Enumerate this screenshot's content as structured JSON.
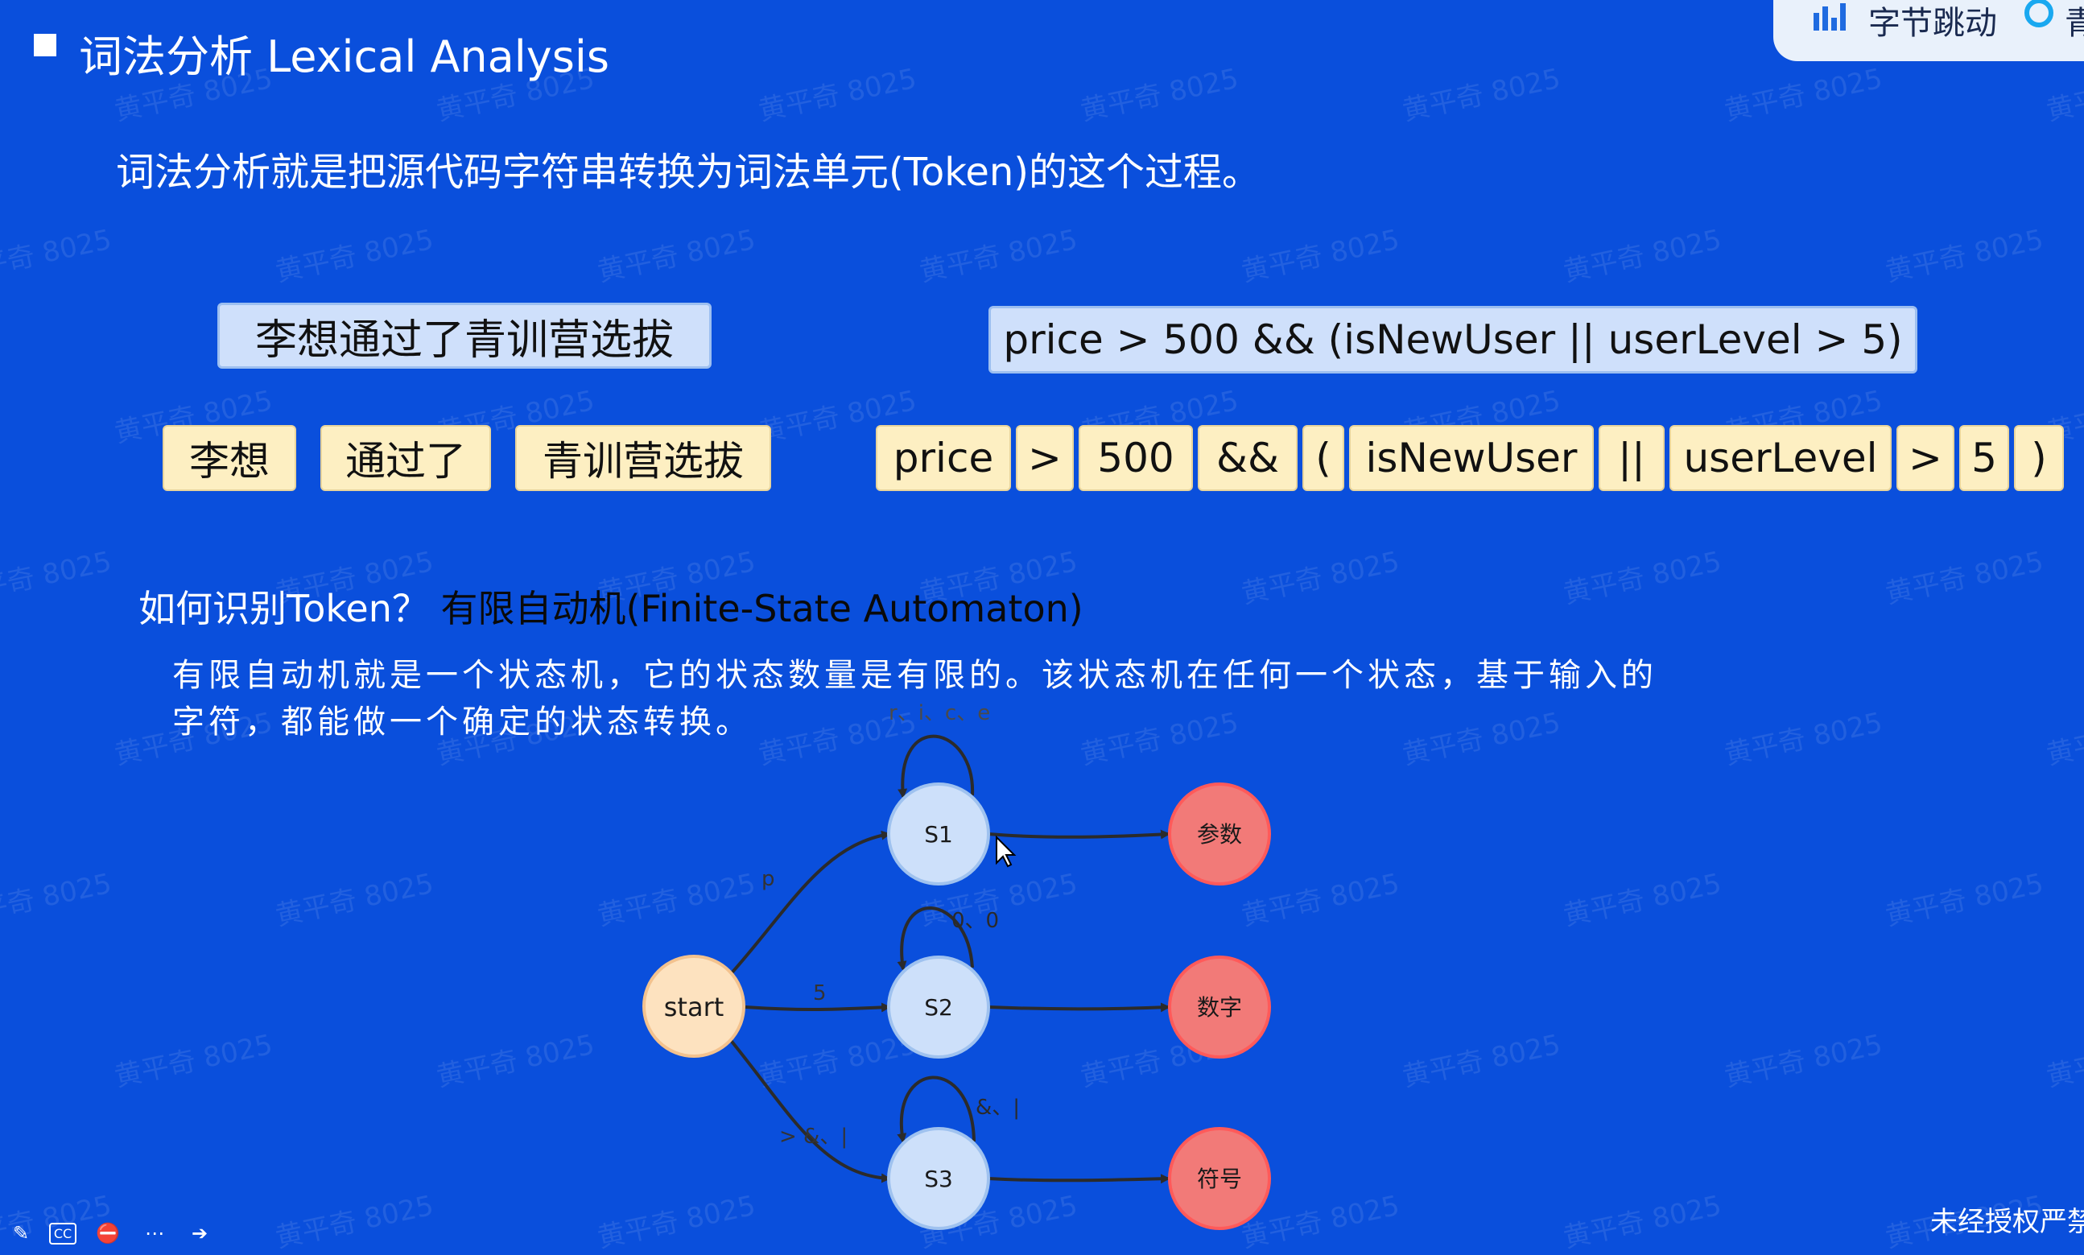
{
  "slide": {
    "title": "词法分析 Lexical Analysis",
    "description": "词法分析就是把源代码字符串转换为词法单元(Token)的这个过程。"
  },
  "examples": {
    "sentence": "李想通过了青训营选拔",
    "sentence_tokens": [
      "李想",
      "通过了",
      "青训营选拔"
    ],
    "expression": "price > 500 && (isNewUser || userLevel > 5)",
    "expression_tokens": [
      "price",
      ">",
      "500",
      "&&",
      "(",
      "isNewUser",
      "||",
      "userLevel",
      ">",
      "5",
      ")"
    ]
  },
  "question": {
    "prefix": "如何识别Token？",
    "highlight": "有限自动机",
    "suffix": "(Finite-State Automaton)"
  },
  "paragraph": {
    "line1": "有限自动机就是一个状态机，它的状态数量是有限的。该状态机在任何一个状态，基于输入的",
    "line2": "字符，都能做一个确定的状态转换。"
  },
  "automaton": {
    "nodes": {
      "start": "start",
      "s1": "S1",
      "s2": "S2",
      "s3": "S3",
      "param": "参数",
      "number": "数字",
      "symbol": "符号"
    },
    "edge_labels": {
      "start_s1": "p",
      "start_s2": "5",
      "start_s3": "> &、|",
      "s1_loop": "r、i、c、e",
      "s2_loop": "0、0",
      "s3_loop": "&、|"
    },
    "colors": {
      "start": "#fde2bf",
      "state": "#cde0fa",
      "final": "#f27a78"
    }
  },
  "watermark": "黄平奇 8025",
  "logo": {
    "text": "字节跳动",
    "partial": "青"
  },
  "notice": "未经授权严禁",
  "colors": {
    "background": "#0a4fdc",
    "token": "#fdefc2",
    "box": "#cfe0fb"
  }
}
